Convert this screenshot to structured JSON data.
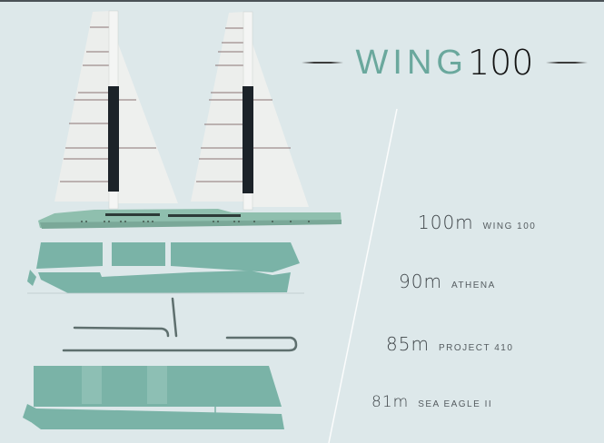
{
  "header": {
    "title_word": "WING",
    "title_number": "100"
  },
  "comparison": [
    {
      "length": "100m",
      "name": "WING 100"
    },
    {
      "length": "90m",
      "name": "ATHENA"
    },
    {
      "length": "85m",
      "name": "PROJECT 410"
    },
    {
      "length": "81m",
      "name": "SEA EAGLE II"
    }
  ],
  "colors": {
    "background": "#dde8ea",
    "accent_teal": "#6aa89d",
    "silhouette": "#7ab3a7",
    "hull_green": "#8fbfae",
    "sail": "#eef0ee",
    "solar_panel": "#1c2329",
    "text_dark": "#3e4448"
  }
}
